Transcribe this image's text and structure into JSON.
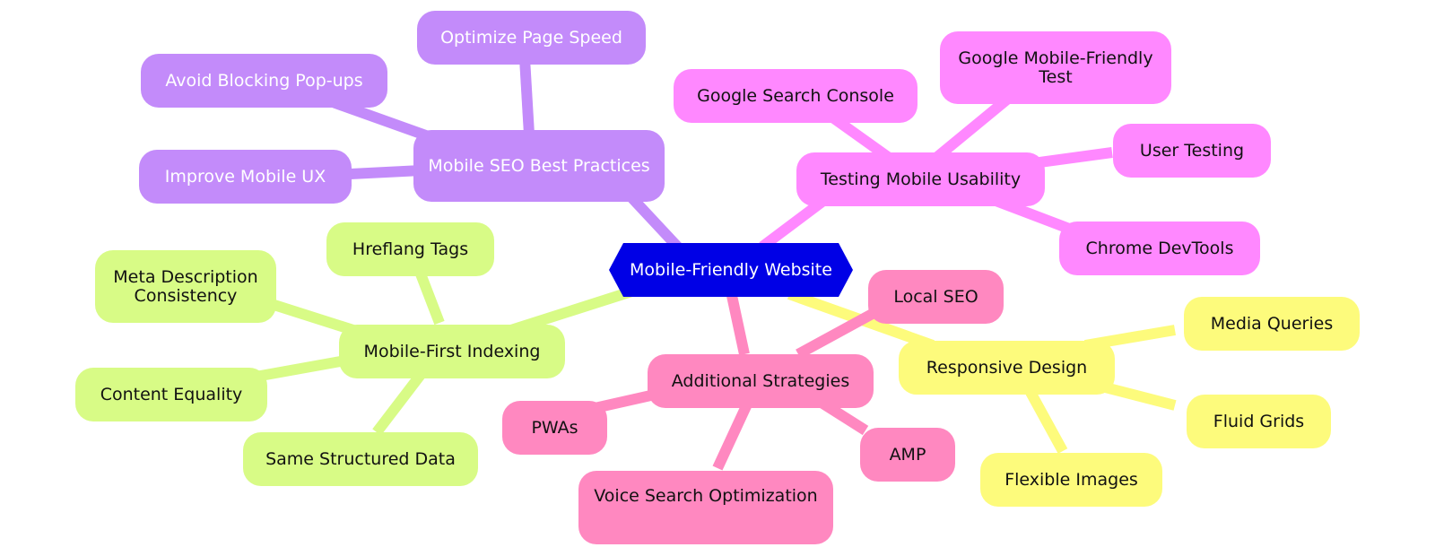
{
  "mindmap": {
    "root": "Mobile-Friendly Website",
    "branches": {
      "seo": {
        "label": "Mobile SEO Best Practices",
        "color": "#c38bfa",
        "children": [
          "Optimize Page Speed",
          "Avoid Blocking Pop-ups",
          "Improve Mobile UX"
        ]
      },
      "testing": {
        "label": "Testing Mobile Usability",
        "color": "#ff88ff",
        "children": [
          "Google Search Console",
          "Google Mobile-Friendly\nTest",
          "User Testing",
          "Chrome DevTools"
        ]
      },
      "indexing": {
        "label": "Mobile-First Indexing",
        "color": "#d8fb86",
        "children": [
          "Hreflang Tags",
          "Meta Description\nConsistency",
          "Content Equality",
          "Same Structured Data"
        ]
      },
      "additional": {
        "label": "Additional Strategies",
        "color": "#ff88c0",
        "children": [
          "Local SEO",
          "PWAs",
          "AMP",
          "Voice Search Optimization"
        ]
      },
      "responsive": {
        "label": "Responsive Design",
        "color": "#fdfb7c",
        "children": [
          "Media Queries",
          "Fluid Grids",
          "Flexible Images"
        ]
      }
    }
  }
}
